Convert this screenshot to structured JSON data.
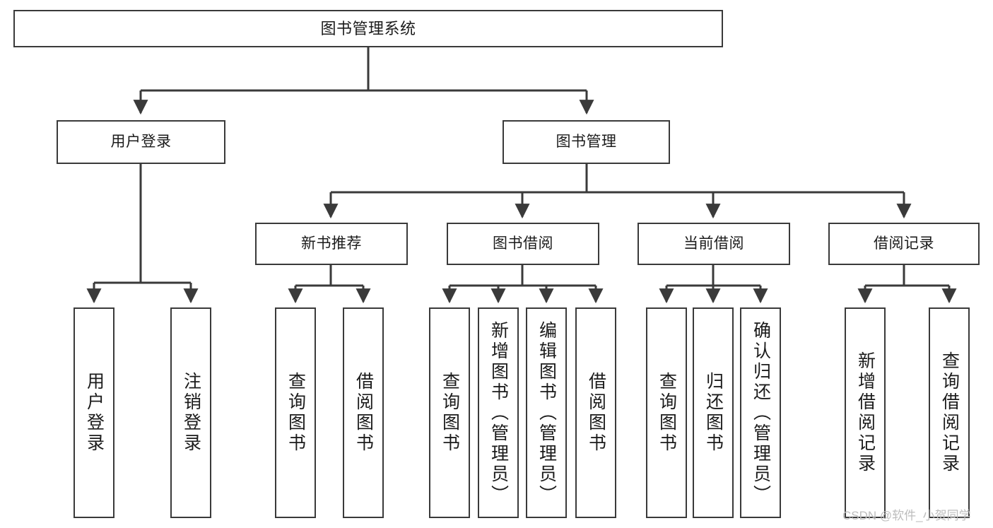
{
  "diagram": {
    "type": "tree-hierarchy",
    "orientation": "top-down",
    "title": "图书管理系统",
    "background_color": "#ffffff",
    "node_border_color": "#3a3a3a",
    "node_fill_color": "#ffffff",
    "edge_color": "#3a3a3a",
    "text_color": "#1b1b1b"
  },
  "nodes": {
    "root": {
      "label": "图书管理系统"
    },
    "level2": [
      {
        "id": "user_login",
        "label": "用户登录"
      },
      {
        "id": "book_manage",
        "label": "图书管理"
      }
    ],
    "level3": [
      {
        "id": "new_book_rec",
        "label": "新书推荐"
      },
      {
        "id": "book_borrow",
        "label": "图书借阅"
      },
      {
        "id": "current_borrow",
        "label": "当前借阅"
      },
      {
        "id": "borrow_record",
        "label": "借阅记录"
      }
    ],
    "leaves": [
      {
        "id": "leaf_user_login",
        "label": "用户登录",
        "parent": "user_login"
      },
      {
        "id": "leaf_user_logout",
        "label": "注销登录",
        "parent": "user_login"
      },
      {
        "id": "leaf_query_book_1",
        "label": "查询图书",
        "parent": "new_book_rec"
      },
      {
        "id": "leaf_borrow_book_1",
        "label": "借阅图书",
        "parent": "new_book_rec"
      },
      {
        "id": "leaf_query_book_2",
        "label": "查询图书",
        "parent": "book_borrow"
      },
      {
        "id": "leaf_add_book",
        "label": "新增图书（管理员）",
        "parent": "book_borrow"
      },
      {
        "id": "leaf_edit_book",
        "label": "编辑图书（管理员）",
        "parent": "book_borrow"
      },
      {
        "id": "leaf_borrow_book_2",
        "label": "借阅图书",
        "parent": "book_borrow"
      },
      {
        "id": "leaf_query_book_3",
        "label": "查询图书",
        "parent": "current_borrow"
      },
      {
        "id": "leaf_return_book",
        "label": "归还图书",
        "parent": "current_borrow"
      },
      {
        "id": "leaf_confirm_return",
        "label": "确认归还（管理员）",
        "parent": "current_borrow"
      },
      {
        "id": "leaf_add_record",
        "label": "新增借阅记录",
        "parent": "borrow_record"
      },
      {
        "id": "leaf_query_record",
        "label": "查询借阅记录",
        "parent": "borrow_record"
      }
    ]
  },
  "watermark": {
    "text": "CSDN @软件_小贺同学"
  }
}
